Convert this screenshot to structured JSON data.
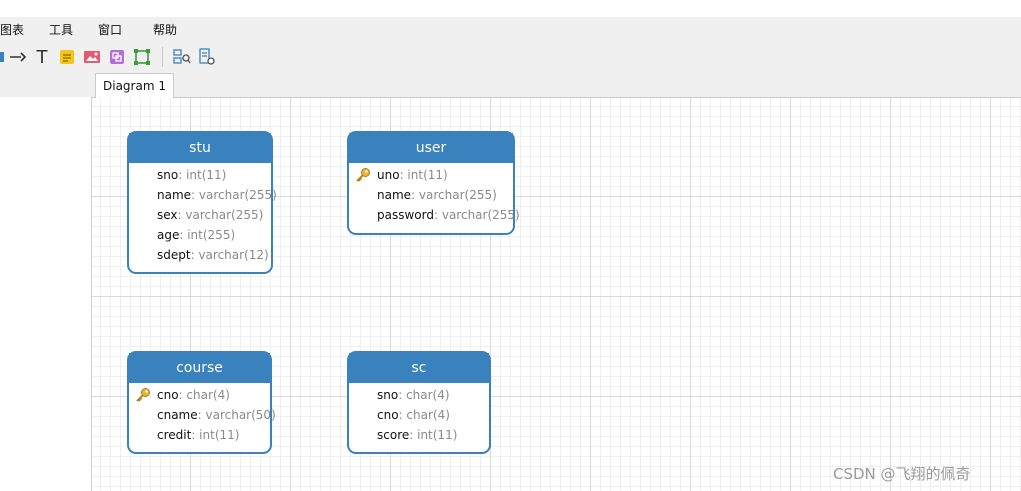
{
  "menu": [
    {
      "label": "图表",
      "id": "chart"
    },
    {
      "label": "工具",
      "id": "tools"
    },
    {
      "label": "窗口",
      "id": "window"
    },
    {
      "label": "帮助",
      "id": "help"
    }
  ],
  "toolbar": {
    "text_glyph": "T"
  },
  "tabs": [
    {
      "label": "Diagram 1"
    }
  ],
  "entities": {
    "stu": {
      "title": "stu",
      "fields": [
        {
          "name": "sno",
          "sep": ": ",
          "type": "int(11)"
        },
        {
          "name": "name",
          "sep": ": ",
          "type": "varchar(255)"
        },
        {
          "name": "sex",
          "sep": ": ",
          "type": "varchar(255)"
        },
        {
          "name": "age",
          "sep": ": ",
          "type": "int(255)"
        },
        {
          "name": "sdept",
          "sep": ": ",
          "type": "varchar(12)"
        }
      ]
    },
    "user": {
      "title": "user",
      "fields": [
        {
          "name": "uno",
          "sep": ": ",
          "type": "int(11)",
          "primary_key": true
        },
        {
          "name": "name",
          "sep": ": ",
          "type": "varchar(255)"
        },
        {
          "name": "password",
          "sep": ": ",
          "type": "varchar(255)"
        }
      ]
    },
    "course": {
      "title": "course",
      "fields": [
        {
          "name": "cno",
          "sep": ": ",
          "type": "char(4)",
          "primary_key": true
        },
        {
          "name": "cname",
          "sep": ": ",
          "type": "varchar(50)"
        },
        {
          "name": "credit",
          "sep": ": ",
          "type": "int(11)"
        }
      ]
    },
    "sc": {
      "title": "sc",
      "fields": [
        {
          "name": "sno",
          "sep": ": ",
          "type": "char(4)"
        },
        {
          "name": "cno",
          "sep": ": ",
          "type": "char(4)"
        },
        {
          "name": "score",
          "sep": ": ",
          "type": "int(11)"
        }
      ]
    }
  },
  "watermark": "CSDN @飞翔的佩奇",
  "colors": {
    "entity_header": "#3a82be",
    "field_type": "#8a8a8a",
    "key_icon": "#e8b43a"
  }
}
